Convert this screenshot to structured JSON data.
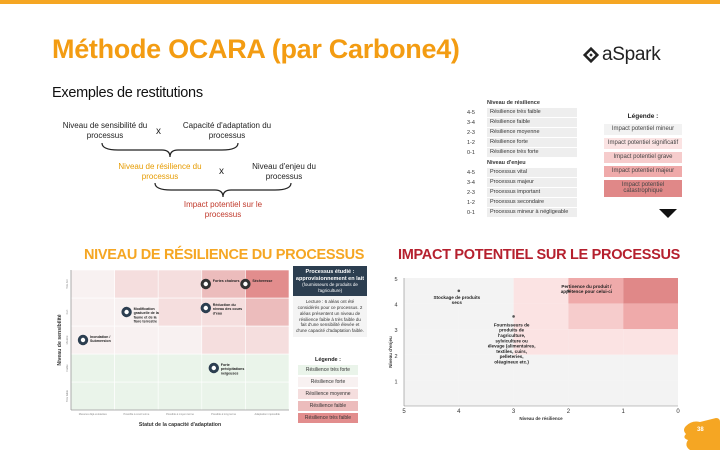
{
  "header": {
    "title": "Méthode OCARA (par Carbone4)",
    "logo_text": "aSpark",
    "subtitle": "Exemples de restitutions",
    "accent": "#f39c12"
  },
  "formula": {
    "sensitivity": "Niveau de sensibilité du processus",
    "times1": "x",
    "adaptation": "Capacité d'adaptation du processus",
    "resilience": "Niveau de résilience du processus",
    "times2": "x",
    "stake": "Niveau d'enjeu du processus",
    "impact": "Impact potentiel sur le processus"
  },
  "resilience_table": {
    "heading": "Niveau de résilience",
    "rows": [
      {
        "range": "4-5",
        "label": "Résilience très faible"
      },
      {
        "range": "3-4",
        "label": "Résilience faible"
      },
      {
        "range": "2-3",
        "label": "Résilience moyenne"
      },
      {
        "range": "1-2",
        "label": "Résilience forte"
      },
      {
        "range": "0-1",
        "label": "Résilience très forte"
      }
    ]
  },
  "stake_table": {
    "heading": "Niveau d'enjeu",
    "rows": [
      {
        "range": "4-5",
        "label": "Processus vital"
      },
      {
        "range": "3-4",
        "label": "Processus majeur"
      },
      {
        "range": "2-3",
        "label": "Processus important"
      },
      {
        "range": "1-2",
        "label": "Processus secondaire"
      },
      {
        "range": "0-1",
        "label": "Processus mineur à négligeable"
      }
    ]
  },
  "impact_legend": {
    "heading": "Légende :",
    "items": [
      {
        "label": "Impact potentiel mineur",
        "color": "#f2f2f2"
      },
      {
        "label": "Impact potentiel significatif",
        "color": "#fbe3e3"
      },
      {
        "label": "Impact potentiel grave",
        "color": "#f6cccc"
      },
      {
        "label": "Impact potentiel majeur",
        "color": "#efaaaa"
      },
      {
        "label": "Impact potentiel catastrophique",
        "color": "#e08888"
      }
    ]
  },
  "left_section": {
    "heading": "NIVEAU DE RÉSILIENCE DU PROCESSUS",
    "heading_color": "#f5a623",
    "info_title": "Processus étudié : approvisionnement en lait",
    "info_title_sub": "(fournisseurs de produits de l'agriculture)",
    "info_text": "Lecture : 6 aléas ont été considérés pour ce processus. 2 aléas présentent un niveau de résilience faible à très faible du fait d'une sensibilité élevée et d'une capacité d'adaptation faible.",
    "legend_heading": "Légende :",
    "legend_items": [
      {
        "label": "Résilience très forte",
        "color": "#eaf4ea"
      },
      {
        "label": "Résilience forte",
        "color": "#f8f1f1"
      },
      {
        "label": "Résilience moyenne",
        "color": "#f5dede"
      },
      {
        "label": "Résilience faible",
        "color": "#ecbcbc"
      },
      {
        "label": "Résilience très faible",
        "color": "#e28d8d"
      }
    ]
  },
  "right_section": {
    "heading": "IMPACT POTENTIEL SUR LE PROCESSUS",
    "heading_color": "#b5202e"
  },
  "page": {
    "number": "38"
  },
  "chart_data": [
    {
      "type": "heatmap",
      "xlabel": "Statut de la capacité d'adaptation",
      "ylabel": "Niveau de sensibilité",
      "x_categories": [
        "Mesures déjà existantes",
        "Possible à court terme",
        "Possible à moyen terme",
        "Possible à long terme",
        "Adaptation impossible"
      ],
      "y_categories": [
        "Très faible",
        "Faible",
        "Modéré",
        "Fort",
        "Très fort"
      ],
      "points": [
        {
          "label": "Fortes chaleurs",
          "x": 3,
          "y": 4
        },
        {
          "label": "Sécheresse",
          "x": 4,
          "y": 4
        },
        {
          "label": "Modification graduelle de la faune et de la flore terrestre",
          "x": 1,
          "y": 3
        },
        {
          "label": "Réduction du niveau des cours d'eau",
          "x": 3,
          "y": 3
        },
        {
          "label": "Inondation / Submersion",
          "x": 0,
          "y": 2
        },
        {
          "label": "Forte précipitations neigeuses",
          "x": 3,
          "y": 1
        }
      ]
    },
    {
      "type": "scatter",
      "xlabel": "Niveau de résilience",
      "ylabel": "Niveau d'enjeu",
      "xlim": [
        5,
        0
      ],
      "ylim": [
        0,
        5
      ],
      "x_ticks": [
        "5",
        "4",
        "3",
        "2",
        "1",
        "0"
      ],
      "y_ticks": [
        "5",
        "4",
        "3",
        "2",
        "1"
      ],
      "points": [
        {
          "label": "Stockage de produits secs",
          "x": 4,
          "y": 4.5
        },
        {
          "label": "Pertinence du produit / appétence pour celui-ci",
          "x": 2,
          "y": 4.5
        },
        {
          "label": "Fournisseurs de produits de l'agriculture, sylviculture ou élevage (alimentaires, textiles, cuirs, pelleteries, oléagineux etc.)",
          "x": 3,
          "y": 3.5
        }
      ]
    }
  ]
}
